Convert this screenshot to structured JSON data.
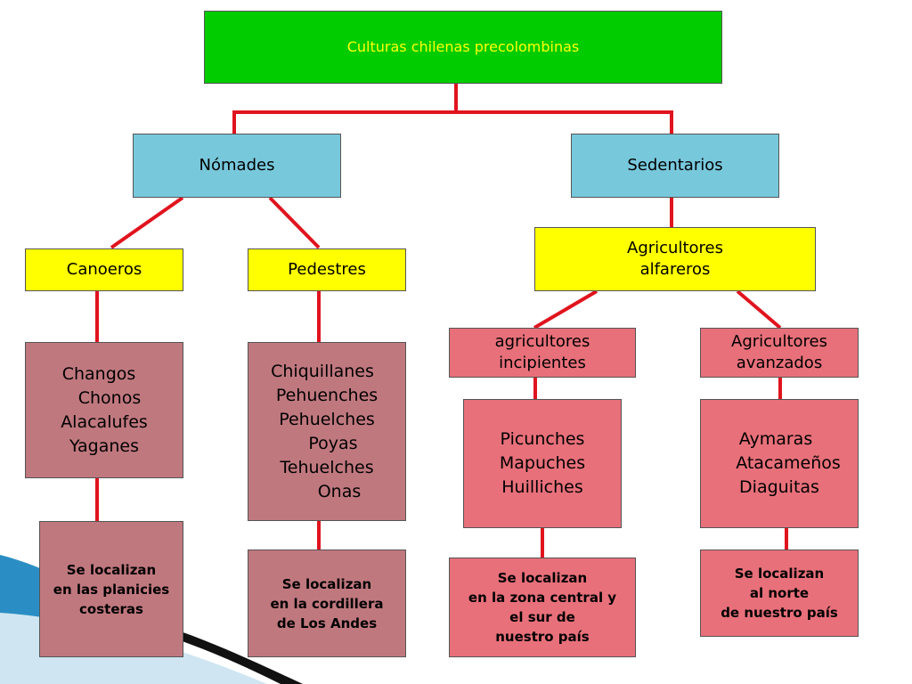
{
  "root": {
    "title": "Culturas chilenas precolombinas"
  },
  "nomades": {
    "label": "Nómades",
    "canoeros": {
      "label": "Canoeros",
      "peoples": [
        "Changos",
        "Chonos",
        "Alacalufes",
        "Yaganes"
      ],
      "location": [
        "Se localizan",
        "en las planicies",
        "costeras"
      ]
    },
    "pedestres": {
      "label": "Pedestres",
      "peoples": [
        "Chiquillanes",
        "Pehuenches",
        "Pehuelches",
        "Poyas",
        "Tehuelches",
        "Onas"
      ],
      "location": [
        "Se localizan",
        "en la cordillera",
        "de Los Andes"
      ]
    }
  },
  "sedentarios": {
    "label": "Sedentarios",
    "agricultores_alfareros": [
      "Agricultores",
      "alfareros"
    ],
    "incipientes": {
      "label": [
        "agricultores",
        "incipientes"
      ],
      "peoples": [
        "Picunches",
        "Mapuches",
        "Huilliches"
      ],
      "location": [
        "Se localizan",
        "en la zona central y",
        "el sur de",
        "nuestro país"
      ]
    },
    "avanzados": {
      "label": [
        "Agricultores",
        "avanzados"
      ],
      "peoples": [
        "Aymaras",
        "Atacameños",
        "Diaguitas"
      ],
      "location": [
        "Se localizan",
        "al norte",
        "de nuestro país"
      ]
    }
  },
  "colors": {
    "connector": "#e0141e",
    "root": "#00cc00",
    "level1": "#78c8dc",
    "level2": "#ffff00",
    "nomad_lists": "#c0787f",
    "sedentary_lists": "#e8707a"
  }
}
